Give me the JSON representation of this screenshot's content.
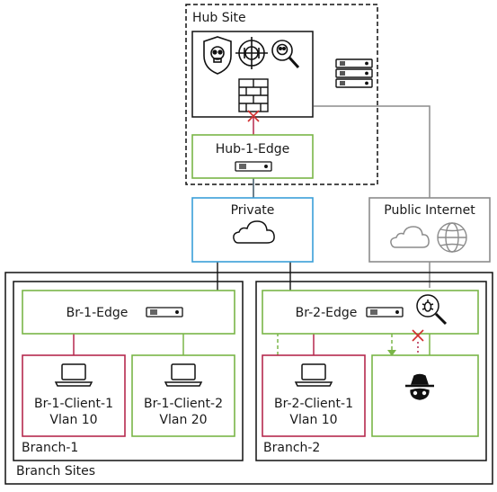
{
  "hub": {
    "site_label": "Hub Site",
    "edge_label": "Hub-1-Edge"
  },
  "transport": {
    "private_label": "Private",
    "public_label": "Public Internet"
  },
  "branches": {
    "container_label": "Branch Sites",
    "branch1": {
      "label": "Branch-1",
      "edge_label": "Br-1-Edge",
      "client1": {
        "name": "Br-1-Client-1",
        "vlan": "Vlan 10"
      },
      "client2": {
        "name": "Br-1-Client-2",
        "vlan": "Vlan 20"
      }
    },
    "branch2": {
      "label": "Branch-2",
      "edge_label": "Br-2-Edge",
      "client1": {
        "name": "Br-2-Client-1",
        "vlan": "Vlan 10"
      }
    }
  },
  "colors": {
    "green": "#7ab648",
    "blue": "#3a9fd8",
    "crimson": "#b5294e",
    "gray": "#8c8c8c",
    "dark": "#222222",
    "red": "#d12d2d"
  },
  "icons": [
    "skull-shield-icon",
    "crosshair-icon",
    "magnify-skull-icon",
    "server-stack-icon",
    "firewall-icon",
    "edge-device-icon",
    "cloud-icon",
    "globe-icon",
    "laptop-icon",
    "magnify-bug-icon",
    "spy-icon",
    "blocked-x-icon"
  ]
}
